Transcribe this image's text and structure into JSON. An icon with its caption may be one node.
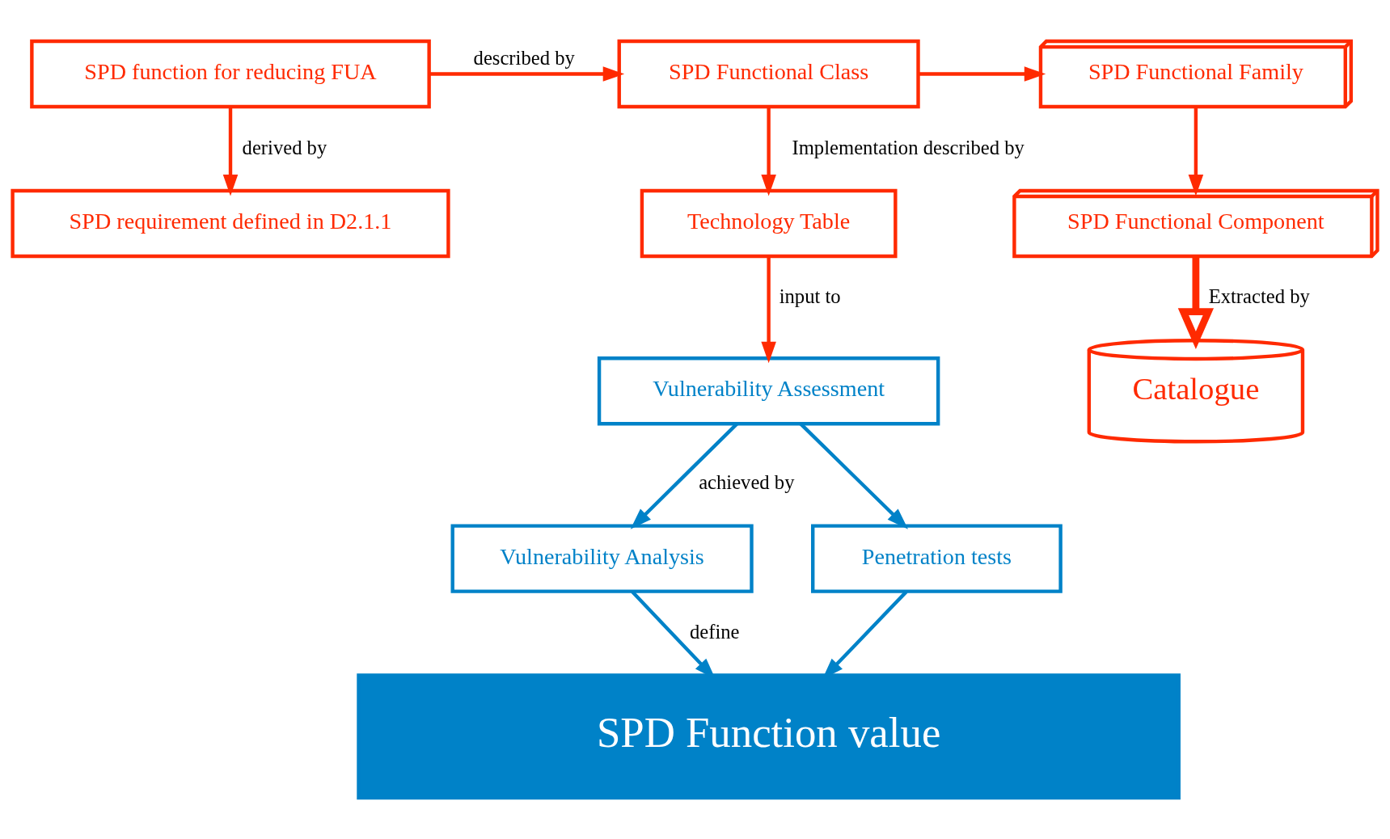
{
  "diagram": {
    "nodes": [
      {
        "text": [
          "SPD function for reducing FUA"
        ]
      },
      {
        "text": [
          "SPD Functional Class"
        ]
      },
      {
        "text": [
          "SPD Functional Family"
        ]
      },
      {
        "text": [
          "SPD requirement defined in D2.1.1"
        ]
      },
      {
        "text": [
          "Technology Table"
        ]
      },
      {
        "text": [
          "SPD Functional Component"
        ]
      },
      {
        "text": [
          "Vulnerability Assessment"
        ]
      },
      {
        "text": [
          "Catalogue"
        ]
      },
      {
        "text": [
          "Vulnerability Analysis"
        ]
      },
      {
        "text": [
          "Penetration tests"
        ]
      },
      {
        "text": [
          "SPD Function value"
        ]
      }
    ],
    "edges": [
      {
        "from": 0,
        "to": 1,
        "arrow": "to",
        "label": "described by"
      },
      {
        "from": 0,
        "to": 3,
        "arrow": "to",
        "label": "derived by"
      },
      {
        "from": 1,
        "to": 2,
        "arrow": "to"
      },
      {
        "from": 1,
        "to": 4,
        "arrow": "to",
        "label": "Implementation described by"
      },
      {
        "from": 2,
        "to": 5,
        "arrow": "to"
      },
      {
        "from": 5,
        "to": 7,
        "arrow": "to",
        "label": "Extracted by",
        "style": "thick"
      },
      {
        "from": 4,
        "to": 6,
        "arrow": "to",
        "label": "input to"
      },
      {
        "from": 6,
        "to": 8,
        "arrow": "to",
        "label": "achieved by",
        "color": "#0082c8"
      },
      {
        "from": 6,
        "to": 9,
        "arrow": "to",
        "color": "#0082c8"
      },
      {
        "from": 8,
        "to": 10,
        "arrow": "to",
        "label": "define",
        "color": "#0082c8"
      },
      {
        "from": 9,
        "to": 10,
        "arrow": "to",
        "color": "#0082c8"
      }
    ]
  }
}
